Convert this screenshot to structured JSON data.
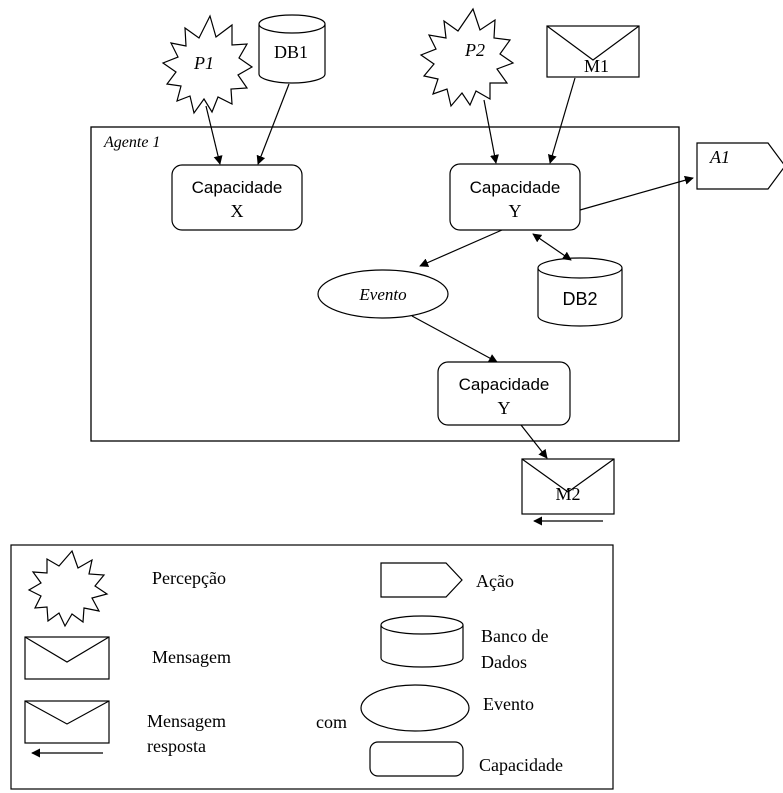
{
  "perceptions": {
    "p1": "P1",
    "p2": "P2"
  },
  "databases": {
    "db1": "DB1",
    "db2": "DB2"
  },
  "messages": {
    "m1": "M1",
    "m2": "M2"
  },
  "agent": {
    "title": "Agente 1"
  },
  "capabilities": {
    "x": {
      "line1": "Capacidade",
      "line2": "X"
    },
    "y_top": {
      "line1": "Capacidade",
      "line2": "Y"
    },
    "y_bottom": {
      "line1": "Capacidade",
      "line2": "Y"
    }
  },
  "event": {
    "label": "Evento"
  },
  "action": {
    "label": "A1"
  },
  "legend": {
    "percepcao": "Percepção",
    "acao": "Ação",
    "mensagem": "Mensagem",
    "banco_line1": "Banco de",
    "banco_line2": "Dados",
    "resposta_line1": "Mensagem",
    "resposta_line2": "resposta",
    "com": "com",
    "evento": "Evento",
    "capacidade": "Capacidade"
  }
}
